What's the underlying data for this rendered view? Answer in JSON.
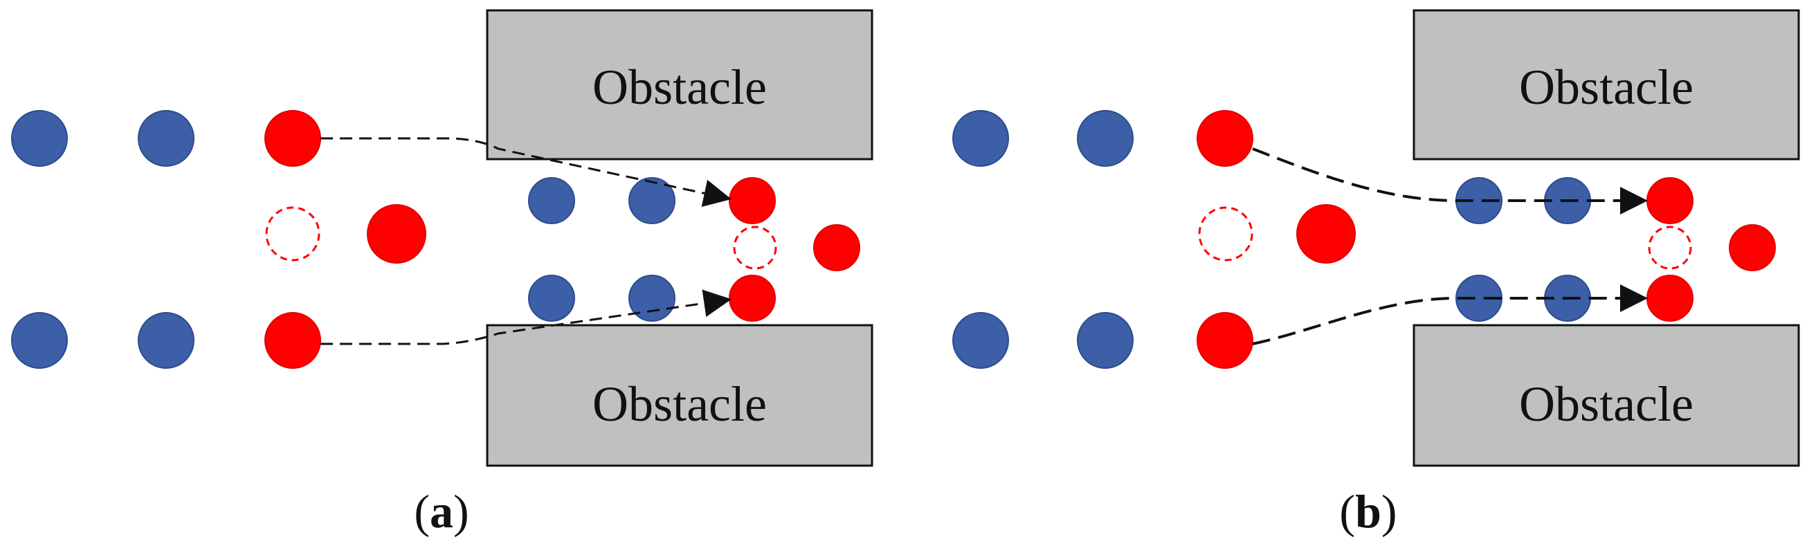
{
  "panels": [
    {
      "id": "a",
      "label_open": "(",
      "label_letter": "a",
      "label_close": ")",
      "obstacle_top_label": "Obstacle",
      "obstacle_bottom_label": "Obstacle"
    },
    {
      "id": "b",
      "label_open": "(",
      "label_letter": "b",
      "label_close": ")",
      "obstacle_top_label": "Obstacle",
      "obstacle_bottom_label": "Obstacle"
    }
  ],
  "colors": {
    "follower_robot": "#3c5fa8",
    "leader_robot": "#ff0000",
    "obstacle": "#c0c0c0",
    "path": "#111111"
  },
  "legend_icons": [
    "robot-circle",
    "ghost-robot-circle",
    "arrow-path"
  ]
}
